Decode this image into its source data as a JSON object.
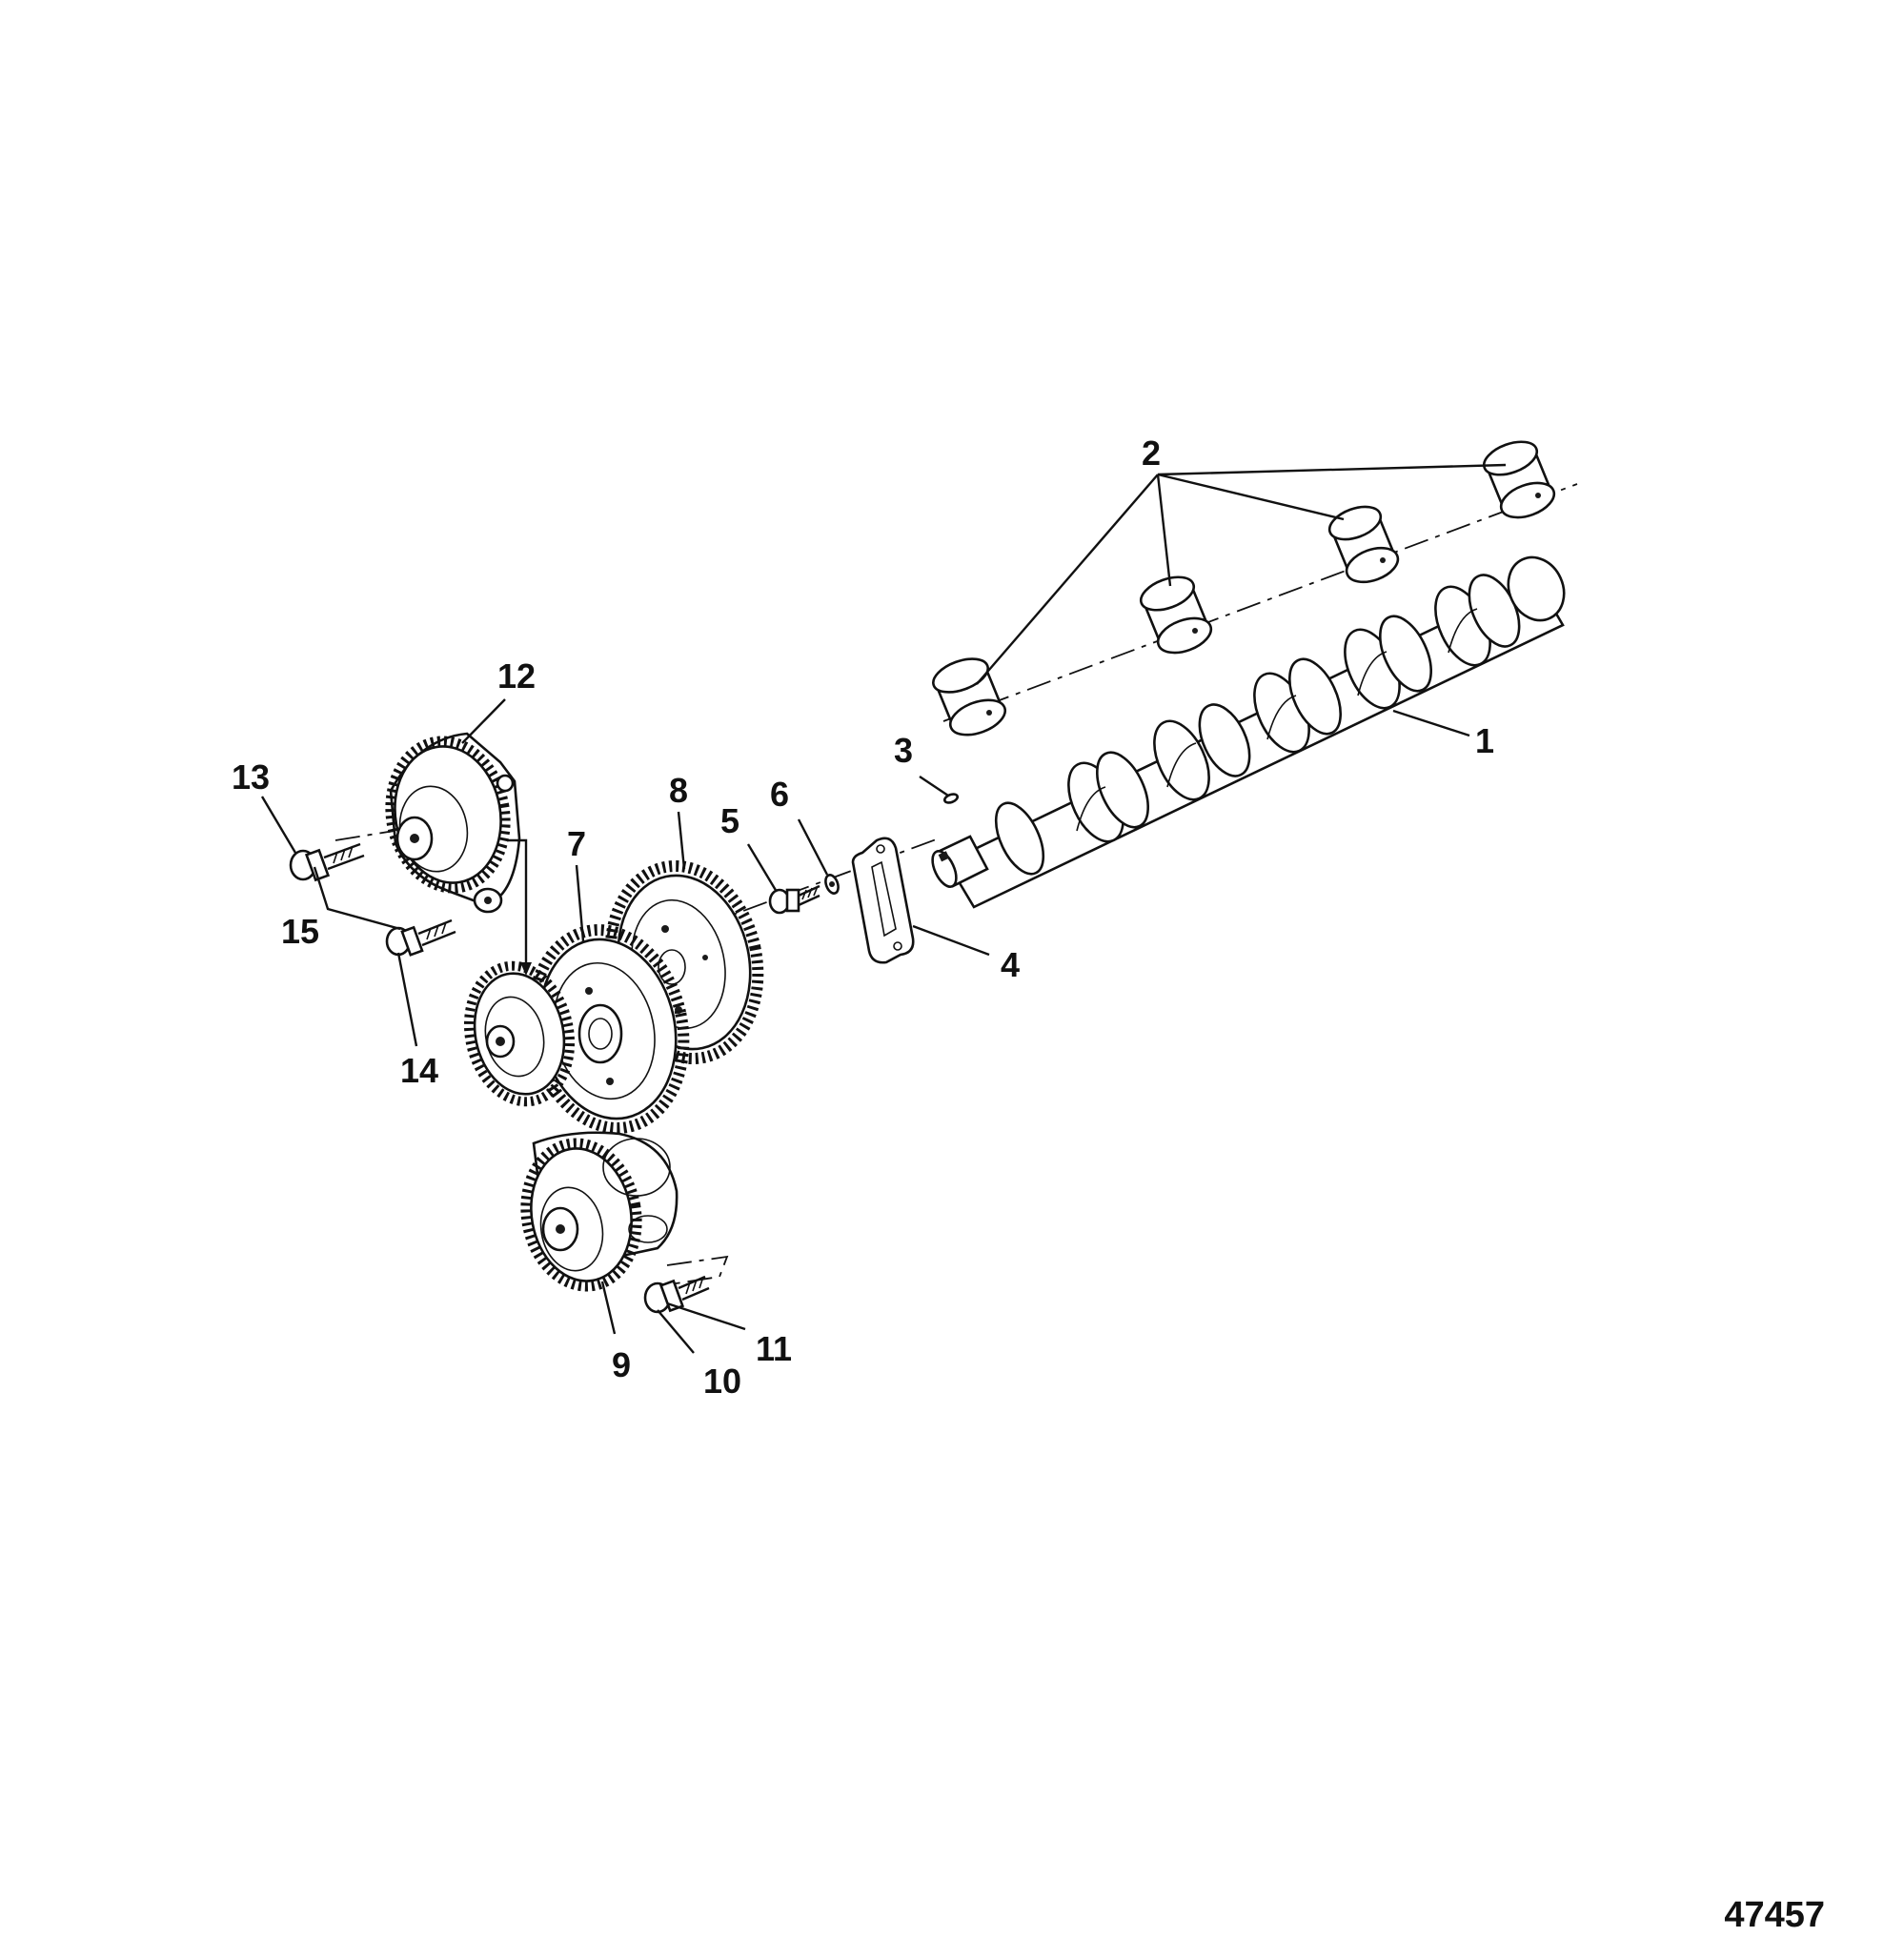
{
  "callouts": [
    "1",
    "2",
    "3",
    "4",
    "5",
    "6",
    "7",
    "8",
    "9",
    "10",
    "11",
    "12",
    "13",
    "14",
    "15"
  ],
  "figure_number": "47457"
}
